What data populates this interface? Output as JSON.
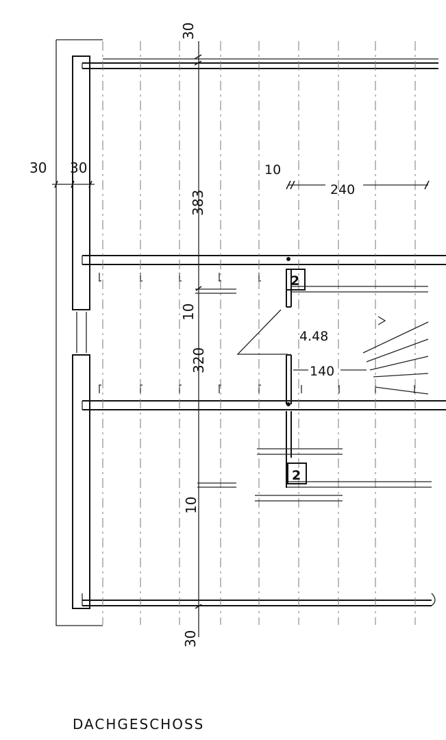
{
  "drawing": {
    "title": "DACHGESCHOSS",
    "dimensions": {
      "top_edge": "30",
      "left_outer": "30",
      "left_inner": "30",
      "top_span_vertical": "383",
      "mid_span_vertical": "320",
      "gap_upper": "10",
      "gap_lower": "10",
      "bottom_edge": "30",
      "stair_offset": "10",
      "stair_width": "240",
      "stair_run": "140",
      "level": "4.48"
    },
    "markers": {
      "chimney_upper": "2",
      "chimney_lower": "2"
    }
  }
}
